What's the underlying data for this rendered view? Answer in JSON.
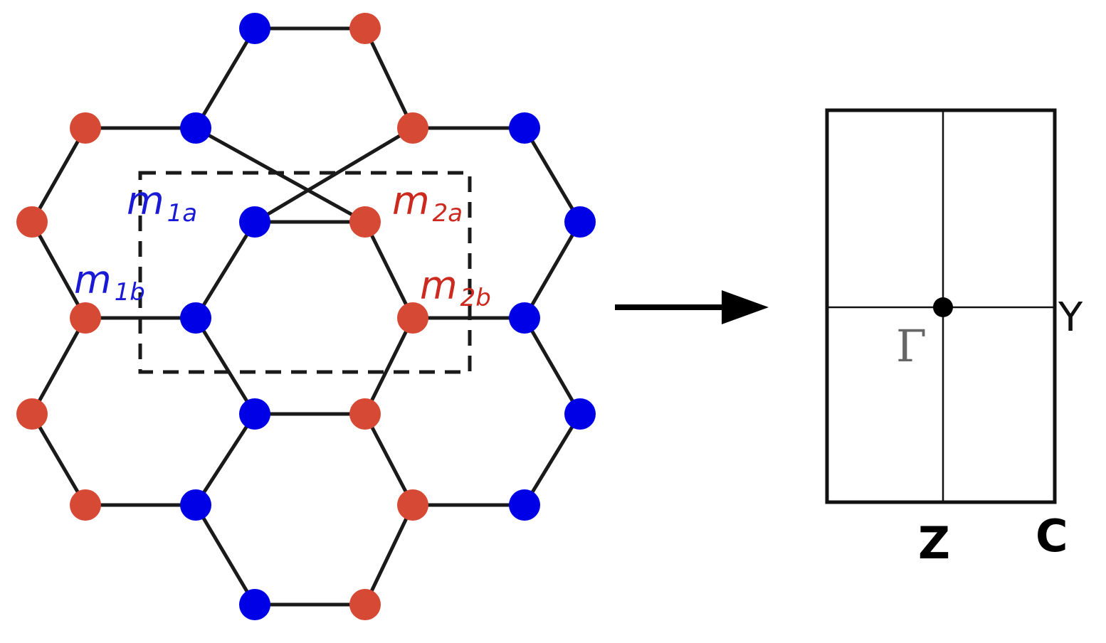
{
  "colors": {
    "sublattice_1": "#0000e6",
    "sublattice_2": "#d64a35",
    "label_1": "#1a1ad6",
    "label_2": "#cc2a1e",
    "lines": "#1a1a1a"
  },
  "lattice_labels": {
    "m1a": {
      "main": "m",
      "sub": "1a"
    },
    "m1b": {
      "main": "m",
      "sub": "1b"
    },
    "m2a": {
      "main": "m",
      "sub": "2a"
    },
    "m2b": {
      "main": "m",
      "sub": "2b"
    }
  },
  "brillouin_zone": {
    "center": "Γ",
    "y_point": "Y",
    "z_point": "Z",
    "c_point": "C"
  },
  "arrow": {
    "icon": "right-arrow-icon"
  }
}
